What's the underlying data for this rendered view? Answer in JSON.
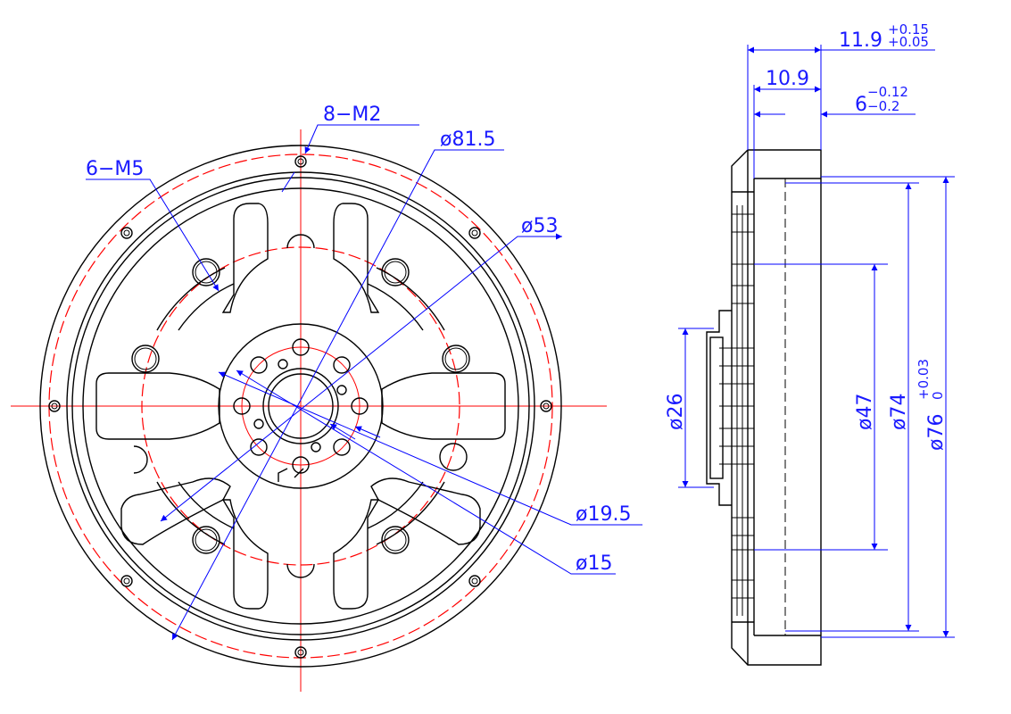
{
  "front_view": {
    "callouts": {
      "m2_holes": "8−M2",
      "m5_holes": "6−M5",
      "dia_81_5": "ø81.5",
      "dia_53": "ø53",
      "dia_19_5": "ø19.5",
      "dia_15": "ø15"
    }
  },
  "side_view": {
    "dims": {
      "overall": {
        "base": "11.9",
        "upper": "+0.15",
        "lower": "+0.05"
      },
      "flange": "10.9",
      "recess": {
        "base": "6",
        "upper": "−0.12",
        "lower": "−0.2"
      },
      "dia_26": "ø26",
      "dia_47": "ø47",
      "dia_74": "ø74",
      "dia_76": {
        "base": "ø76",
        "upper": "+0.03",
        "lower": "0"
      }
    }
  },
  "colors": {
    "outline": "#000000",
    "centerline": "#ff0000",
    "dimension": "#0000ff"
  }
}
